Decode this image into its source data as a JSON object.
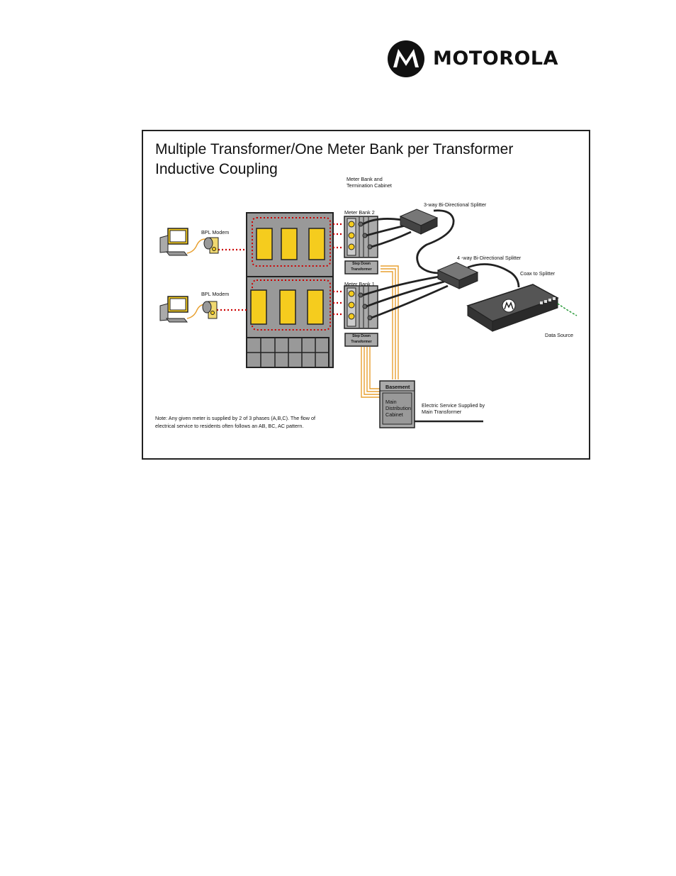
{
  "brand": {
    "name": "MOTOROLA"
  },
  "diagram": {
    "title_line1": "Multiple Transformer/One Meter Bank per Transformer",
    "title_line2": "Inductive Coupling",
    "labels": {
      "meter_bank_cabinet_1": "Meter Bank and",
      "meter_bank_cabinet_2": "Termination Cabinet",
      "meter_bank_2": "Meter Bank 2",
      "meter_bank_1": "Meter Bank 1",
      "splitter_3way": "3-way Bi-Directional Splitter",
      "splitter_4way": "4 -way Bi-Directional Splitter",
      "coax_to_splitter": "Coax to Splitter",
      "data_source": "Data Source",
      "bpl_modem_top": "BPL Modem",
      "bpl_modem_bottom": "BPL Modem",
      "step_down_1a": "Step Down",
      "step_down_1b": "Transformer",
      "step_down_2a": "Step Down",
      "step_down_2b": "Transformer",
      "basement": "Basement",
      "main_dist_1": "Main",
      "main_dist_2": "Distribution",
      "main_dist_3": "Cabinet",
      "electric_service_1": "Electric Service Supplied by",
      "electric_service_2": "Main Transformer",
      "note_1": "Note: Any given meter is supplied by 2 of 3 phases (A,B,C).  The flow of",
      "note_2": "electrical service to residents often follows an AB, BC, AC pattern."
    }
  }
}
